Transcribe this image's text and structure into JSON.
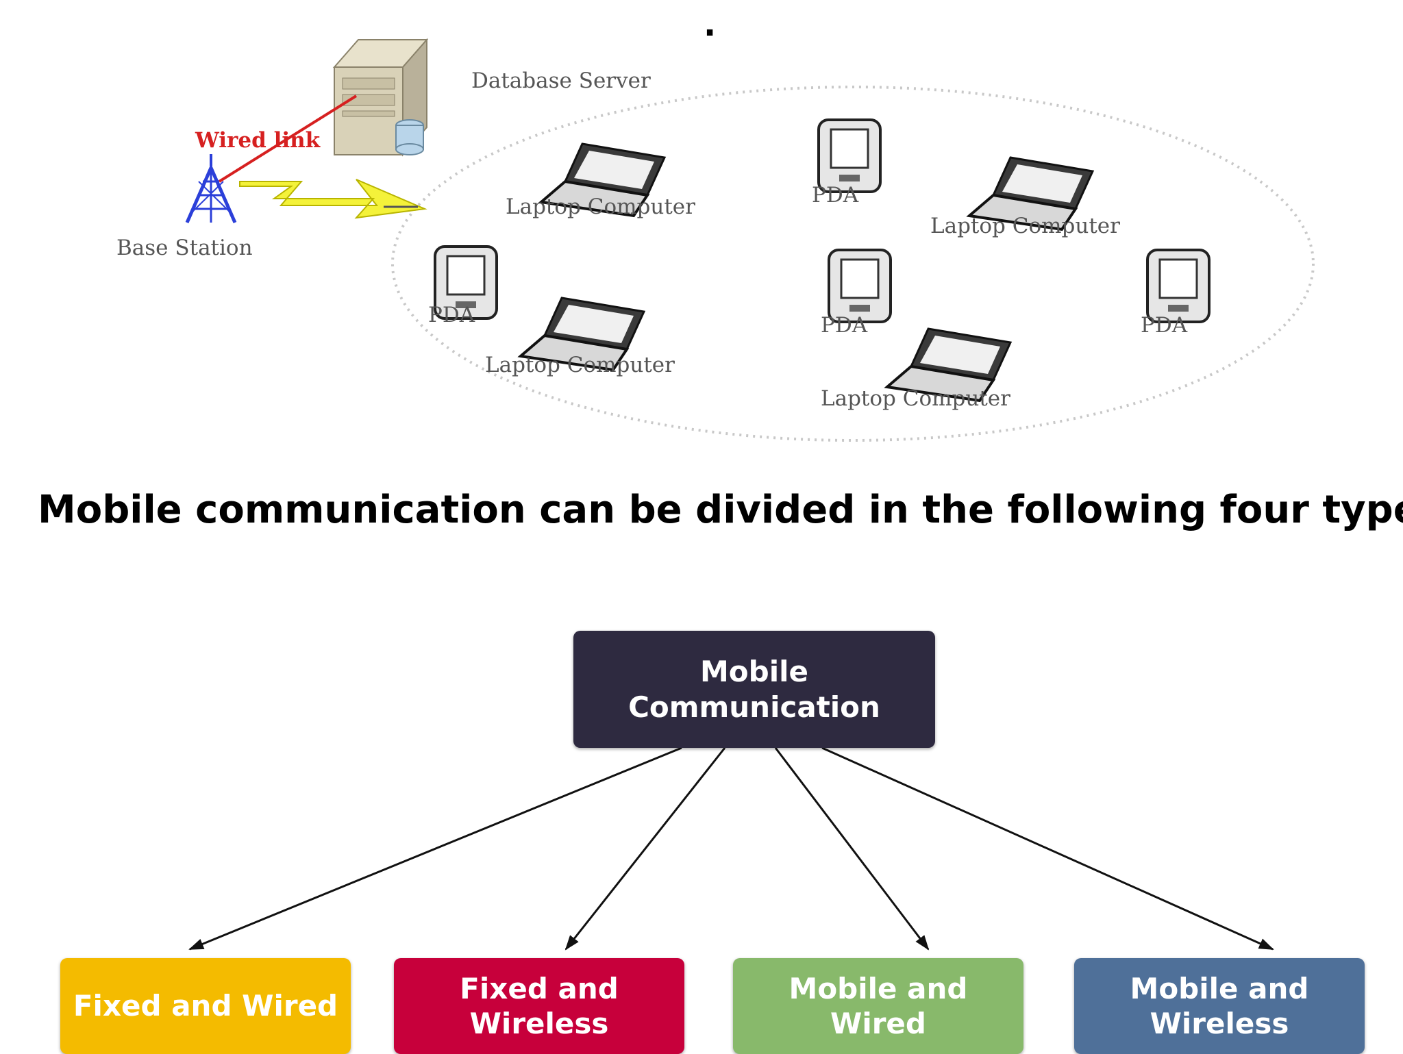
{
  "dot": ".",
  "network": {
    "server_label": "Database Server",
    "wired_link_label": "Wired link",
    "base_station_label": "Base Station",
    "devices": [
      {
        "label": "Laptop Computer",
        "icon": "laptop-icon"
      },
      {
        "label": "PDA",
        "icon": "pda-icon"
      },
      {
        "label": "Laptop Computer",
        "icon": "laptop-icon"
      },
      {
        "label": "PDA",
        "icon": "pda-icon"
      },
      {
        "label": "Laptop Computer",
        "icon": "laptop-icon"
      },
      {
        "label": "PDA",
        "icon": "pda-icon"
      },
      {
        "label": "PDA",
        "icon": "pda-icon"
      },
      {
        "label": "Laptop Computer",
        "icon": "laptop-icon"
      }
    ],
    "colors": {
      "wired_link": "#d62020",
      "tower": "#2b3fd9",
      "wireless_bolt": "#f4f23a"
    }
  },
  "heading": "Mobile communication can be divided in the following four types",
  "diagram": {
    "root": {
      "label_line1": "Mobile",
      "label_line2": "Communication",
      "color": "#2e2a40"
    },
    "children": [
      {
        "label_line1": "Fixed and Wired",
        "label_line2": "",
        "color": "#f4bb00"
      },
      {
        "label_line1": "Fixed and Wireless",
        "label_line2": "",
        "color": "#c7003b"
      },
      {
        "label_line1": "Mobile and Wired",
        "label_line2": "",
        "color": "#88b96b"
      },
      {
        "label_line1": "Mobile and",
        "label_line2": "Wireless",
        "color": "#4f7099"
      }
    ]
  }
}
